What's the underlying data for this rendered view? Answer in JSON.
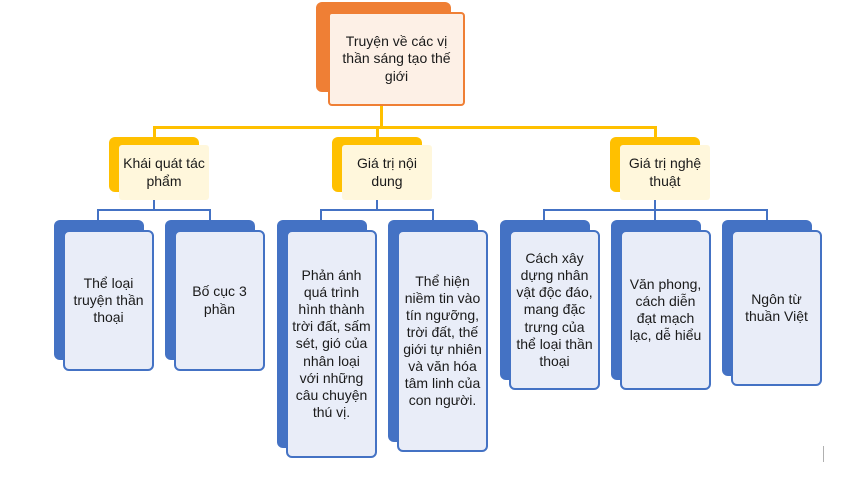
{
  "root": {
    "label": "Truyện về các vị thần sáng tạo thế giới"
  },
  "categories": [
    {
      "label": "Khái quát tác phẩm",
      "children": [
        {
          "label": "Thể loại truyện thần thoại"
        },
        {
          "label": "Bố cục 3 phần"
        }
      ]
    },
    {
      "label": "Giá trị nội dung",
      "children": [
        {
          "label": "Phản ánh quá trình hình thành trời đất, sấm sét, gió của nhân loại với những câu chuyện thú vị."
        },
        {
          "label": "Thể hiện niềm tin vào tín ngưỡng, trời đất, thế giới tự nhiên và văn hóa tâm linh của con người."
        }
      ]
    },
    {
      "label": "Giá trị nghệ thuật",
      "children": [
        {
          "label": "Cách xây dựng nhân vật độc đáo, mang đặc trưng của thể loại thần thoại"
        },
        {
          "label": "Văn phong, cách diễn đạt mạch lạc, dễ hiểu"
        },
        {
          "label": "Ngôn từ thuần Việt"
        }
      ]
    }
  ],
  "colors": {
    "root_accent": "#ef7f35",
    "category_accent": "#ffc000",
    "leaf_accent": "#4472c4",
    "connector": "#ffc000"
  }
}
